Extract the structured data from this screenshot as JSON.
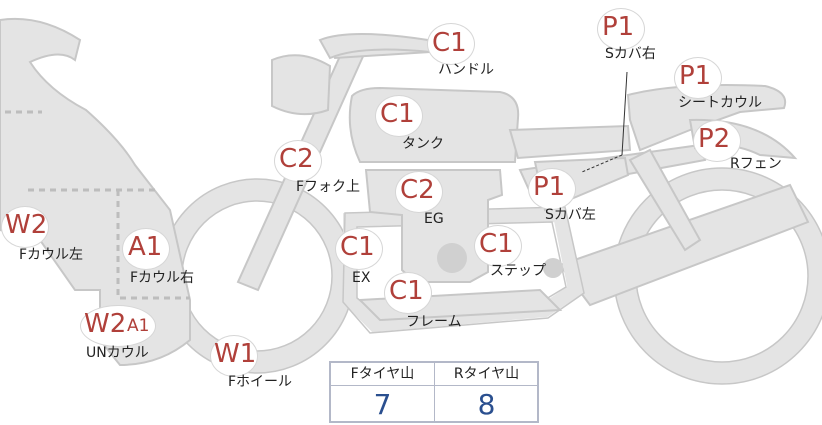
{
  "colors": {
    "code_red": "#b0403a",
    "value_blue": "#2a4f8f",
    "part_fill": "#e3e3e3",
    "part_stroke": "#c4c4c4",
    "label_text": "#222222"
  },
  "markers": {
    "handle": {
      "code": "C1",
      "label": "ハンドル"
    },
    "seat_cover_r": {
      "code": "P1",
      "label": "Sカバ右"
    },
    "seat_cowl": {
      "code": "P1",
      "label": "シートカウル"
    },
    "tank": {
      "code": "C1",
      "label": "タンク"
    },
    "rear_fender": {
      "code": "P2",
      "label": "Rフェン"
    },
    "f_fork": {
      "code": "C2",
      "label": "Fフォク上"
    },
    "engine": {
      "code": "C2",
      "label": "EG"
    },
    "seat_cover_l": {
      "code": "P1",
      "label": "Sカバ左"
    },
    "cowl_left": {
      "code": "W2",
      "label": "Fカウル左"
    },
    "cowl_right": {
      "code": "A1",
      "label": "Fカウル右"
    },
    "exhaust": {
      "code": "C1",
      "label": "EX"
    },
    "step": {
      "code": "C1",
      "label": "ステップ"
    },
    "frame": {
      "code": "C1",
      "label": "フレーム"
    },
    "under_cowl": {
      "code": "W2",
      "code2": "A1",
      "label": "UNカウル"
    },
    "f_wheel": {
      "code": "W1",
      "label": "Fホイール"
    }
  },
  "tire_table": {
    "front_header": "Fタイヤ山",
    "rear_header": "Rタイヤ山",
    "front_value": "7",
    "rear_value": "8"
  }
}
